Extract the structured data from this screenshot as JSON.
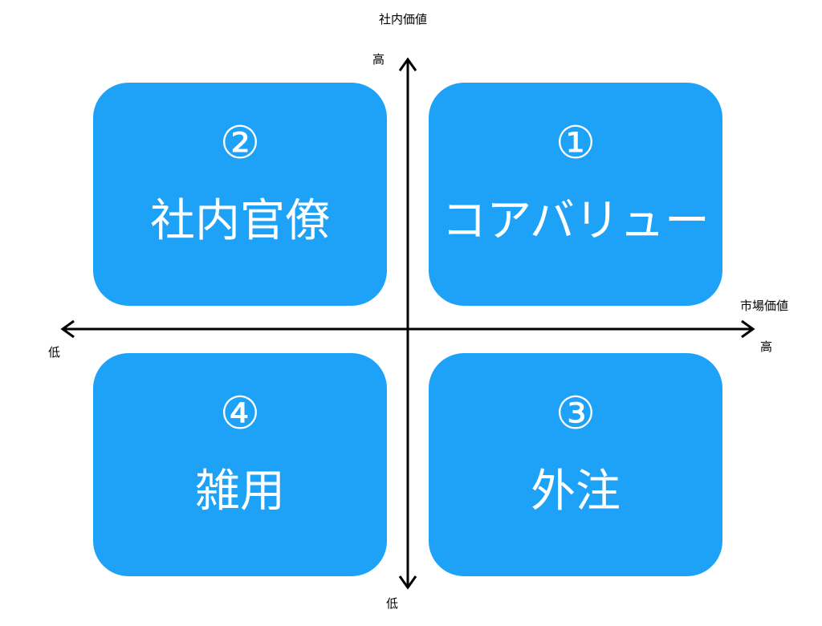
{
  "axes": {
    "vertical": {
      "title": "社内価値",
      "high": "高",
      "low": "低"
    },
    "horizontal": {
      "title": "市場価値",
      "high": "高",
      "low": "低"
    }
  },
  "quadrants": {
    "top_right": {
      "number": "①",
      "label": "コアバリュー"
    },
    "top_left": {
      "number": "②",
      "label": "社内官僚"
    },
    "bottom_right": {
      "number": "③",
      "label": "外注"
    },
    "bottom_left": {
      "number": "④",
      "label": "雑用"
    }
  },
  "colors": {
    "quadrant_fill": "#1ea2f7",
    "quadrant_text": "#ffffff",
    "axis": "#000000"
  }
}
